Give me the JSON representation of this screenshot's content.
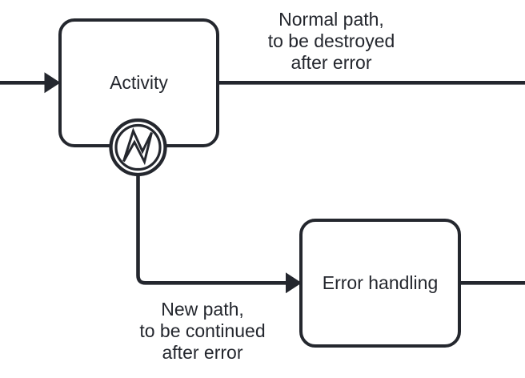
{
  "diagram": {
    "title": "BPMN error handling diagram",
    "nodes": {
      "activity": {
        "label": "Activity",
        "type": "task"
      },
      "error_handling": {
        "label": "Error handling",
        "type": "task"
      },
      "boundary_event": {
        "icon": "lightning-bolt-icon",
        "type": "boundary-error-event"
      }
    },
    "flows": {
      "incoming": {
        "label": ""
      },
      "normal_path": {
        "label": "Normal path,\nto be destroyed\nafter error"
      },
      "error_path": {
        "label": "New path,\nto be continued\nafter error"
      },
      "outgoing": {
        "label": ""
      }
    },
    "colors": {
      "stroke": "#24272e",
      "text": "#24272e",
      "background": "#ffffff",
      "shape_fill": "#ffffff"
    }
  }
}
